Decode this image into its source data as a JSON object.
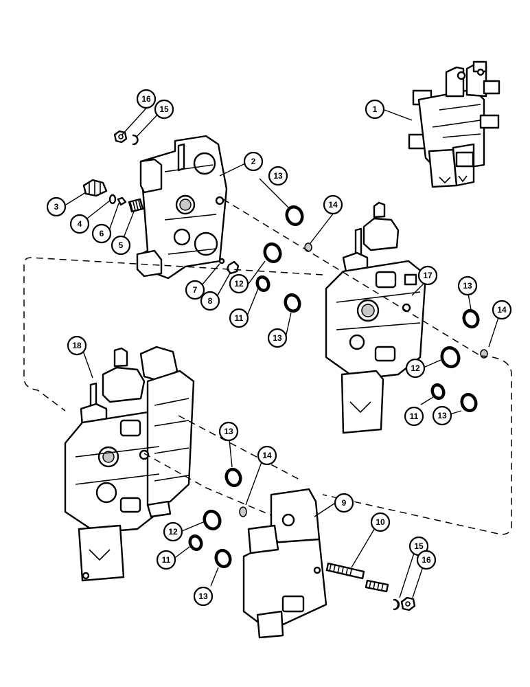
{
  "callouts": [
    "1",
    "2",
    "3",
    "4",
    "5",
    "6",
    "7",
    "8",
    "9",
    "10",
    "11",
    "12",
    "13",
    "14",
    "15",
    "16",
    "17",
    "18"
  ],
  "labels": [
    {
      "id": "c1",
      "text": "1"
    },
    {
      "id": "c2",
      "text": "2"
    },
    {
      "id": "c3",
      "text": "3"
    },
    {
      "id": "c4",
      "text": "4"
    },
    {
      "id": "c5",
      "text": "5"
    },
    {
      "id": "c6",
      "text": "6"
    },
    {
      "id": "c7",
      "text": "7"
    },
    {
      "id": "c8",
      "text": "8"
    },
    {
      "id": "c9",
      "text": "9"
    },
    {
      "id": "c10",
      "text": "10"
    },
    {
      "id": "c11a",
      "text": "11"
    },
    {
      "id": "c11b",
      "text": "11"
    },
    {
      "id": "c11c",
      "text": "11"
    },
    {
      "id": "c12a",
      "text": "12"
    },
    {
      "id": "c12b",
      "text": "12"
    },
    {
      "id": "c12c",
      "text": "12"
    },
    {
      "id": "c13a",
      "text": "13"
    },
    {
      "id": "c13b",
      "text": "13"
    },
    {
      "id": "c13c",
      "text": "13"
    },
    {
      "id": "c13d",
      "text": "13"
    },
    {
      "id": "c13e",
      "text": "13"
    },
    {
      "id": "c13f",
      "text": "13"
    },
    {
      "id": "c14a",
      "text": "14"
    },
    {
      "id": "c14b",
      "text": "14"
    },
    {
      "id": "c14c",
      "text": "14"
    },
    {
      "id": "c15a",
      "text": "15"
    },
    {
      "id": "c15b",
      "text": "15"
    },
    {
      "id": "c16a",
      "text": "16"
    },
    {
      "id": "c16b",
      "text": "16"
    },
    {
      "id": "c17",
      "text": "17"
    },
    {
      "id": "c18",
      "text": "18"
    }
  ]
}
